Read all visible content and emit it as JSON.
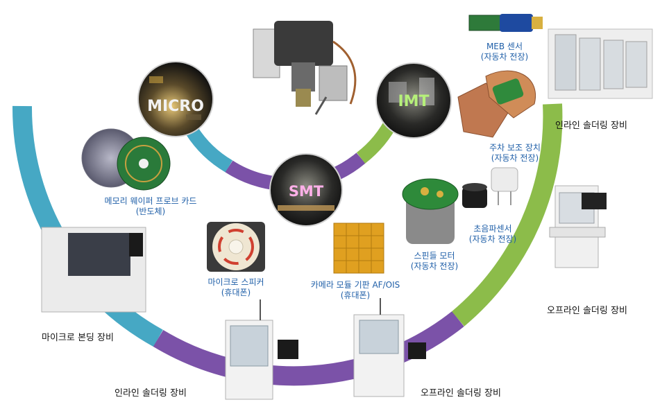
{
  "colors": {
    "cyan": "#46a8c4",
    "purple": "#7b52a8",
    "green": "#8cbc4a",
    "label_blue": "#1f5fa8",
    "label_black": "#111111"
  },
  "circles": {
    "micro": "MICRO",
    "smt": "SMT",
    "imt": "IMT"
  },
  "products": {
    "meb_sensor": {
      "line1": "MEB 센서",
      "line2": "(자동차 전장)"
    },
    "parking_assist": {
      "line1": "주차 보조 장치",
      "line2": "(자동차 전장)"
    },
    "probe_card": {
      "line1": "메모리 웨이퍼 프로브 카드",
      "line2": "(반도체)"
    },
    "ultrasonic_sensor": {
      "line1": "초음파센서",
      "line2": "(자동차 전장)"
    },
    "spindle_motor": {
      "line1": "스핀들 모터",
      "line2": "(자동차 전장)"
    },
    "micro_speaker": {
      "line1": "마이크로 스피커",
      "line2": "(휴대폰)"
    },
    "camera_module": {
      "line1": "카메라 모듈 기판 AF/OIS",
      "line2": "(휴대폰)"
    }
  },
  "equipment": {
    "inline_top_right": "인라인 솔더링 장비",
    "offline_right": "오프라인 솔더링 장비",
    "micro_bonding": "마이크로 본딩 장비",
    "inline_bottom": "인라인 솔더링 장비",
    "offline_bottom": "오프라인 솔더링 장비"
  }
}
